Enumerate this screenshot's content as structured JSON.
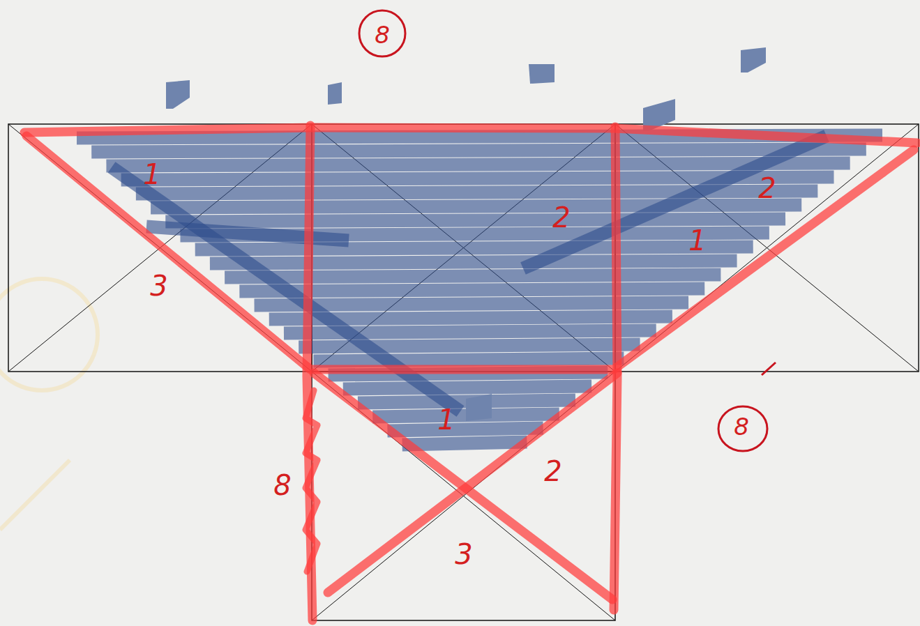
{
  "diagram": {
    "labels": [
      "8",
      "1",
      "2",
      "2",
      "1",
      "3",
      "1",
      "8",
      "2",
      "8",
      "3"
    ]
  }
}
